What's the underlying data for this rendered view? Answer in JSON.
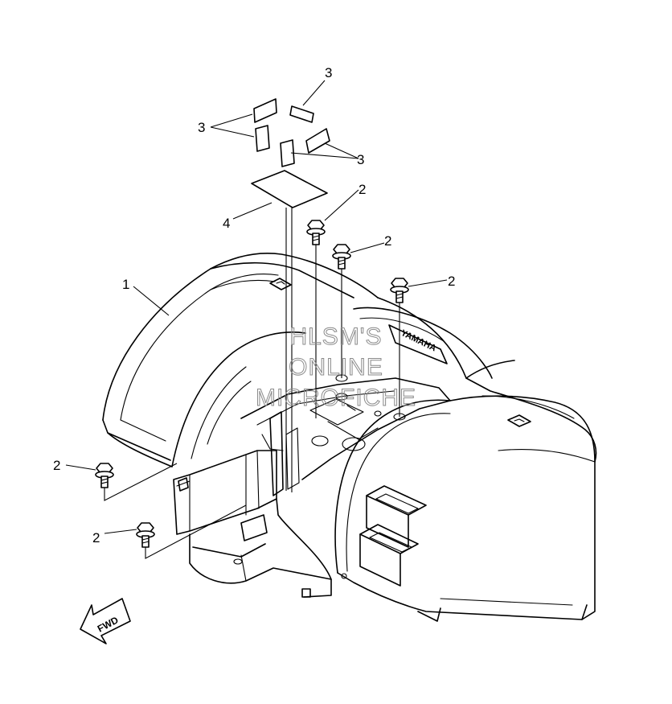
{
  "callouts": {
    "c3_top": "3",
    "c3_left": "3",
    "c3_right": "3",
    "c4": "4",
    "c1": "1",
    "c2_bolt_a": "2",
    "c2_bolt_b": "2",
    "c2_bolt_c": "2",
    "c2_bolt_d": "2",
    "c2_bolt_e": "2"
  },
  "watermark": {
    "line1": "HLSM'S",
    "line2": "ONLINE",
    "line3": "MICROFICHE"
  },
  "direction_arrow": {
    "label": "FWD"
  },
  "fender_brand": "YAMAHA"
}
